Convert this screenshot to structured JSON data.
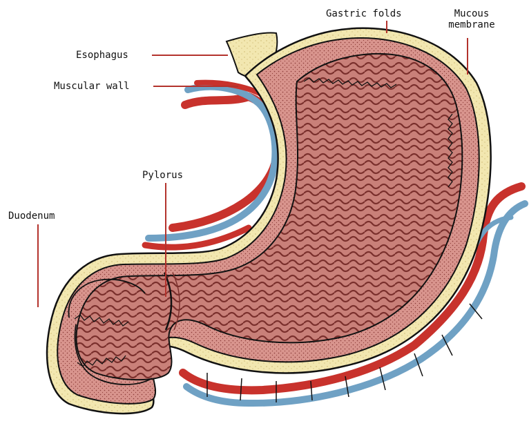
{
  "labels": {
    "esophagus": "Esophagus",
    "muscular_wall": "Muscular wall",
    "gastric_folds": "Gastric folds",
    "mucous_membrane_line1": "Mucous",
    "mucous_membrane_line2": "membrane",
    "pylorus": "Pylorus",
    "duodenum": "Duodenum"
  },
  "colors": {
    "stomach_fill": "#c98079",
    "folds": "#7a2f2c",
    "outline": "#111111",
    "fat_layer": "#f2e7b0",
    "artery": "#c8322c",
    "vein": "#6fa1c4",
    "leader_line": "#b3322c"
  }
}
